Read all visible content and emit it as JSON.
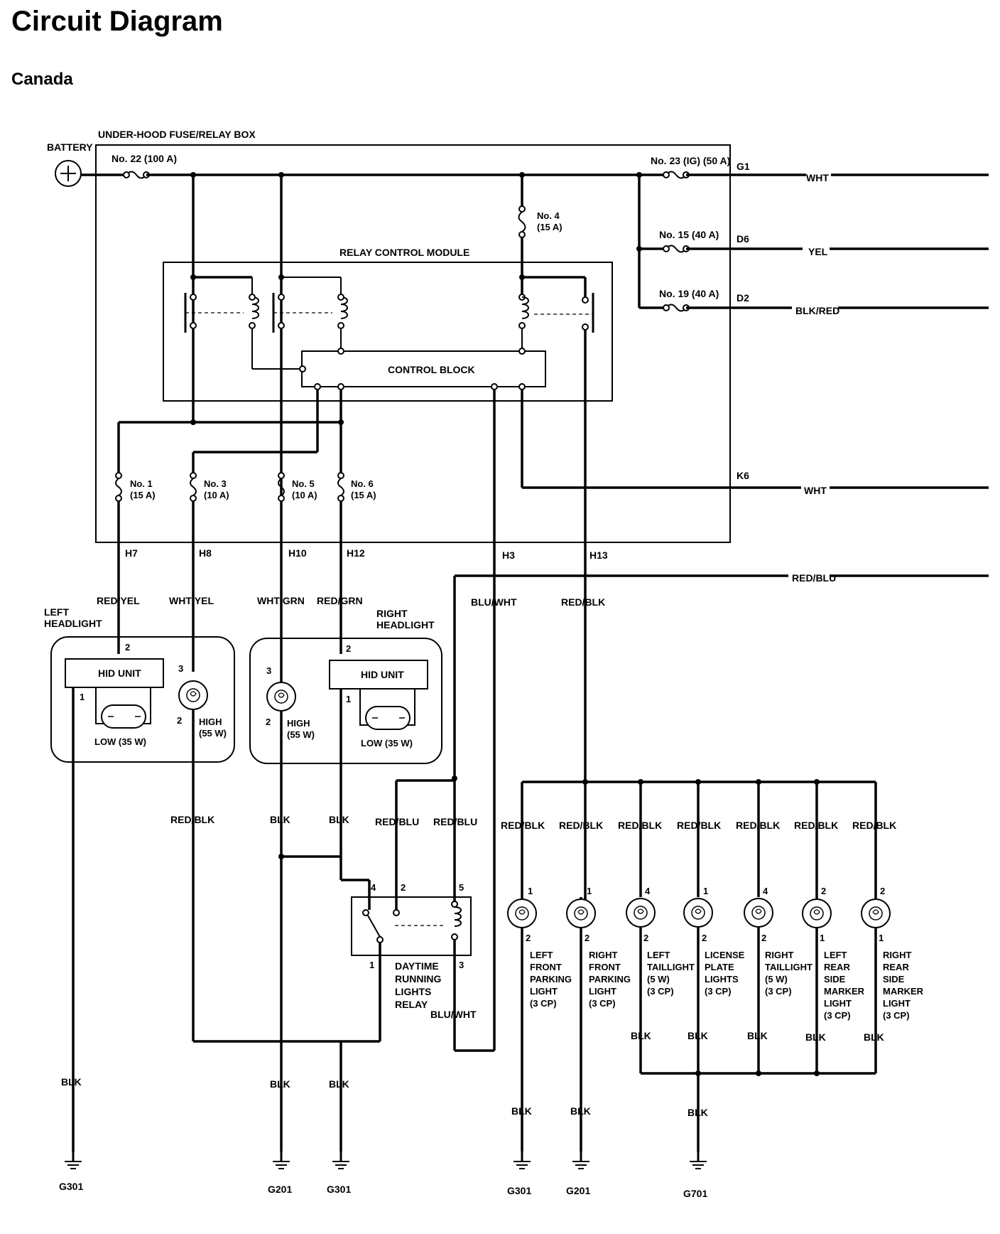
{
  "title": "Circuit Diagram",
  "subtitle": "Canada",
  "blocks": {
    "fuse_box": "UNDER-HOOD FUSE/RELAY BOX",
    "battery": "BATTERY",
    "relay_module": "RELAY CONTROL MODULE",
    "control_block": "CONTROL BLOCK",
    "hid_unit": "HID UNIT",
    "left_headlight": [
      "LEFT",
      "HEADLIGHT"
    ],
    "right_headlight": [
      "RIGHT",
      "HEADLIGHT"
    ],
    "drl_relay": [
      "DAYTIME",
      "RUNNING",
      "LIGHTS",
      "RELAY"
    ]
  },
  "fuses": {
    "f22": "No. 22 (100 A)",
    "f23": "No. 23 (IG) (50 A)",
    "f15": "No. 15 (40 A)",
    "f19": "No. 19 (40 A)",
    "f4": [
      "No. 4",
      "(15 A)"
    ],
    "f1": [
      "No. 1",
      "(15 A)"
    ],
    "f3": [
      "No. 3",
      "(10 A)"
    ],
    "f5": [
      "No. 5",
      "(10 A)"
    ],
    "f6": [
      "No. 6",
      "(15 A)"
    ]
  },
  "terminals": {
    "G1": "G1",
    "D6": "D6",
    "D2": "D2",
    "K6": "K6",
    "H7": "H7",
    "H8": "H8",
    "H10": "H10",
    "H12": "H12",
    "H3": "H3",
    "H13": "H13"
  },
  "outputs": {
    "g1_wire": "WHT",
    "d6_wire": "YEL",
    "d2_wire": "BLK/RED",
    "k6_wire": "WHT",
    "red_blu_wire": "RED/BLU"
  },
  "wires": {
    "red_yel": "RED/YEL",
    "wht_yel": "WHT/YEL",
    "wht_grn": "WHT/GRN",
    "red_grn": "RED/GRN",
    "blu_wht": "BLU/WHT",
    "red_blk": "RED/BLK",
    "blk": "BLK",
    "red_blu": "RED/BLU"
  },
  "headlights": {
    "low": "LOW (35 W)",
    "high": [
      "HIGH",
      "(55 W)"
    ]
  },
  "pins": {
    "p1": "1",
    "p2": "2",
    "p3": "3",
    "p4": "4",
    "p5": "5"
  },
  "lights": [
    [
      "LEFT",
      "FRONT",
      "PARKING",
      "LIGHT",
      "(3 CP)"
    ],
    [
      "RIGHT",
      "FRONT",
      "PARKING",
      "LIGHT",
      "(3 CP)"
    ],
    [
      "LEFT",
      "TAILLIGHT",
      "(5 W)",
      "(3 CP)"
    ],
    [
      "LICENSE",
      "PLATE",
      "LIGHTS",
      "(3 CP)"
    ],
    [
      "RIGHT",
      "TAILLIGHT",
      "(5 W)",
      "(3 CP)"
    ],
    [
      "LEFT",
      "REAR",
      "SIDE",
      "MARKER",
      "LIGHT",
      "(3 CP)"
    ],
    [
      "RIGHT",
      "REAR",
      "SIDE",
      "MARKER",
      "LIGHT",
      "(3 CP)"
    ]
  ],
  "grounds": {
    "g301": "G301",
    "g201": "G201",
    "g701": "G701"
  }
}
